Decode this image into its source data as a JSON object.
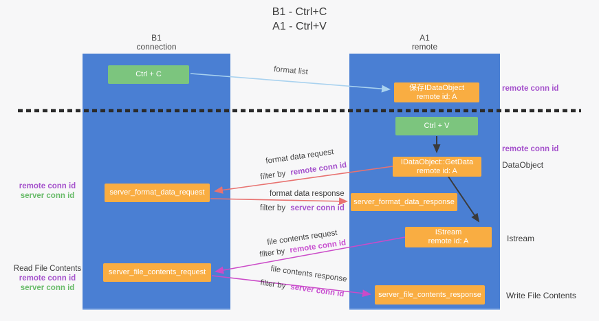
{
  "title": {
    "line1": "B1 - Ctrl+C",
    "line2": "A1 - Ctrl+V"
  },
  "columns": {
    "left": {
      "name": "B1",
      "role": "connection"
    },
    "right": {
      "name": "A1",
      "role": "remote"
    }
  },
  "nodes": {
    "ctrl_c": {
      "label": "Ctrl + C"
    },
    "store_idataobject": {
      "line1": "保存IDataObject",
      "line2": "remote id: A"
    },
    "ctrl_v": {
      "label": "Ctrl + V"
    },
    "getdata": {
      "line1": "IDataObject::GetData",
      "line2": "remote id: A"
    },
    "format_request": {
      "label": "server_format_data_request"
    },
    "format_response": {
      "label": "server_format_data_response"
    },
    "istream": {
      "line1": "IStream",
      "line2": "remote id: A"
    },
    "file_request": {
      "label": "server_file_contents_request"
    },
    "file_response": {
      "label": "server_file_contents_response"
    }
  },
  "arrow_labels": {
    "format_list": "format list",
    "format_data_request": "format data request",
    "format_data_response": "format data response",
    "file_contents_request": "file contents request",
    "file_contents_response": "file contents response",
    "filter_by": "filter by",
    "remote_conn_id": "remote conn id",
    "server_conn_id": "server conn id"
  },
  "side_labels": {
    "right_remote_conn_id_top": "remote conn id",
    "right_remote_conn_id_mid": "remote conn id",
    "right_dataobject": "DataObject",
    "right_istream": "Istream",
    "right_write_file_contents": "Write File Contents",
    "left_remote_conn_id_1": "remote conn id",
    "left_server_conn_id_1": "server conn id",
    "left_read_file_contents": "Read File Contents",
    "left_remote_conn_id_2": "remote conn id",
    "left_server_conn_id_2": "server conn id"
  },
  "colors": {
    "background": "#f7f7f8",
    "column_blue": "#4a7fd3",
    "node_green": "#7cc57e",
    "node_orange": "#f9ad42",
    "arrow_lightblue": "#a9d2ef",
    "arrow_black": "#3a3a3a",
    "arrow_salmon": "#e87270",
    "arrow_magenta": "#cb4bc8",
    "label_purple": "#a552cc",
    "label_magenta": "#c84fd0",
    "label_green": "#69bb6a"
  }
}
